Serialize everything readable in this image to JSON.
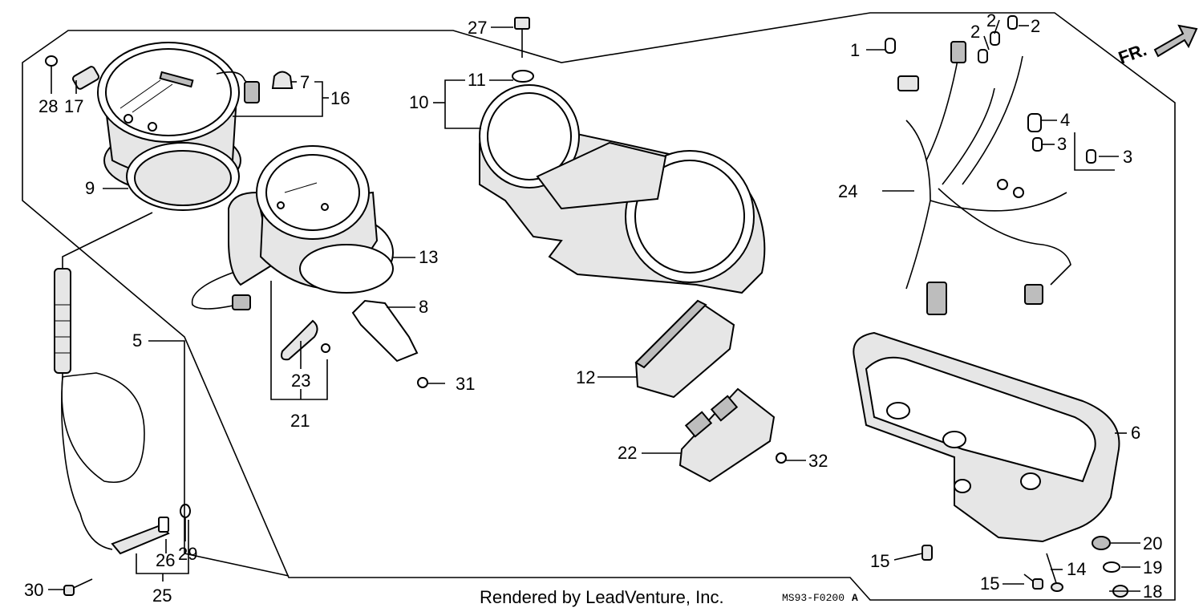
{
  "diagram": {
    "callouts": [
      "1",
      "2",
      "2",
      "2",
      "3",
      "3",
      "4",
      "5",
      "6",
      "7",
      "8",
      "9",
      "10",
      "11",
      "12",
      "13",
      "14",
      "15",
      "15",
      "16",
      "17",
      "18",
      "19",
      "20",
      "21",
      "22",
      "23",
      "24",
      "25",
      "26",
      "27",
      "28",
      "29",
      "30",
      "31",
      "32"
    ],
    "direction_label": "FR.",
    "footer_text": "Rendered by LeadVenture, Inc.",
    "diagram_code": "MS93-F0200",
    "diagram_suffix": "A"
  }
}
